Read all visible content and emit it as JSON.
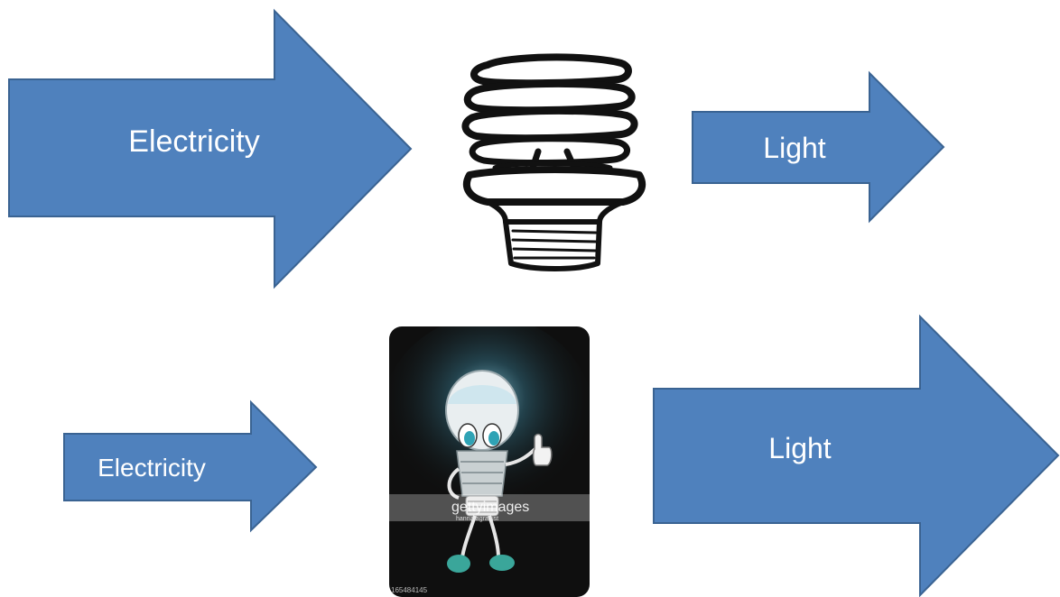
{
  "diagram": {
    "arrows": [
      {
        "id": "top-input",
        "label": "Electricity"
      },
      {
        "id": "top-output",
        "label": "Light"
      },
      {
        "id": "bottom-input",
        "label": "Electricity"
      },
      {
        "id": "bottom-output",
        "label": "Light"
      }
    ],
    "photo": {
      "watermark_brand": "gettyimages",
      "watermark_credit": "hanna·agrartist",
      "image_id": "165484145"
    },
    "colors": {
      "arrow_fill": "#4f81bd",
      "arrow_stroke": "#3a6392",
      "label": "#ffffff",
      "photo_bg": "#0f0f0f",
      "shoe": "#3aa69a"
    }
  }
}
